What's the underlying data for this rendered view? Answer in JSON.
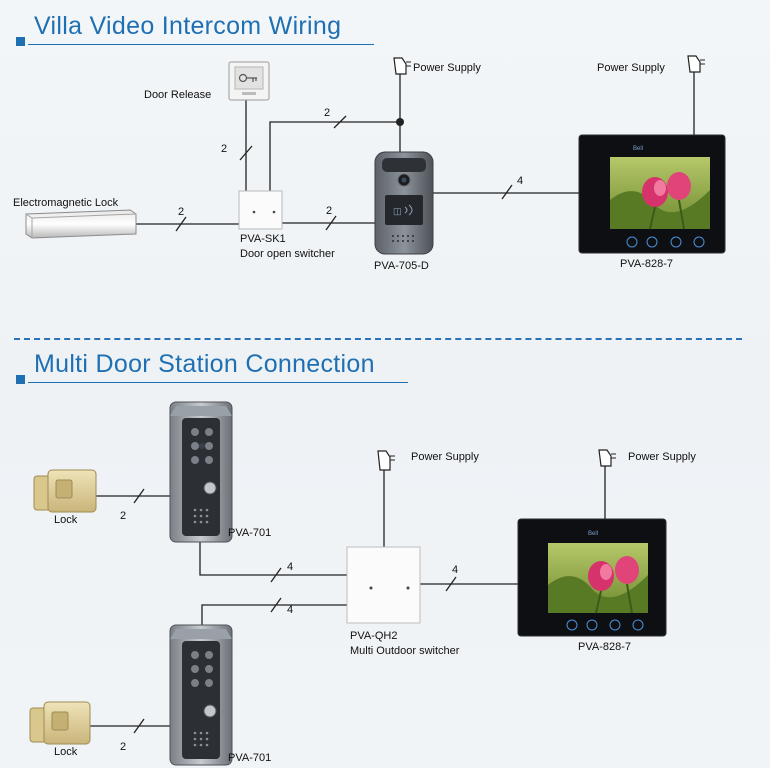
{
  "sections": [
    {
      "title": "Villa Video Intercom Wiring"
    },
    {
      "title": "Multi Door Station Connection"
    }
  ],
  "labels": {
    "power_supply": "Power Supply",
    "door_release": "Door Release",
    "em_lock": "Electromagnetic Lock",
    "sk1_model": "PVA-SK1",
    "sk1_desc": "Door open switcher",
    "door_station": "PVA-705-D",
    "monitor": "PVA-828-7",
    "lock": "Lock",
    "outdoor_unit": "PVA-701",
    "qh2_model": "PVA-QH2",
    "qh2_desc": "Multi Outdoor switcher"
  },
  "wire_counts": {
    "door_release": "2",
    "power_line": "2",
    "em_lock": "2",
    "sk1_to_station": "2",
    "station_to_monitor": "4",
    "lock_top": "2",
    "unit_top_to_qh2": "4",
    "unit_bottom_to_qh2": "4",
    "qh2_to_monitor": "4",
    "lock_bottom": "2"
  },
  "colors": {
    "title": "#1f6fb3",
    "wire": "#222222",
    "monitor_frame": "#0d0f12",
    "monitor_button": "#4a90d9"
  },
  "icons": {
    "power_supply": "power-adapter-icon",
    "door_release": "exit-button-icon",
    "monitor_screen": "flower-screen-icon"
  }
}
